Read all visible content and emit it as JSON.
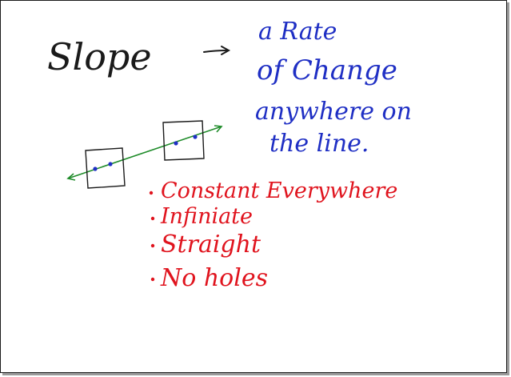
{
  "note": {
    "title_word": "Slope",
    "definition_lines": [
      "a Rate",
      "of Change",
      "anywhere on",
      "the line."
    ],
    "properties": [
      "Constant Everywhere",
      "Infiniate",
      "Straight",
      "No holes"
    ],
    "colors": {
      "black_ink": "#1a1a1a",
      "blue_ink": "#1f2fc4",
      "red_ink": "#e0141e",
      "green_ink": "#1f8c2a"
    }
  }
}
